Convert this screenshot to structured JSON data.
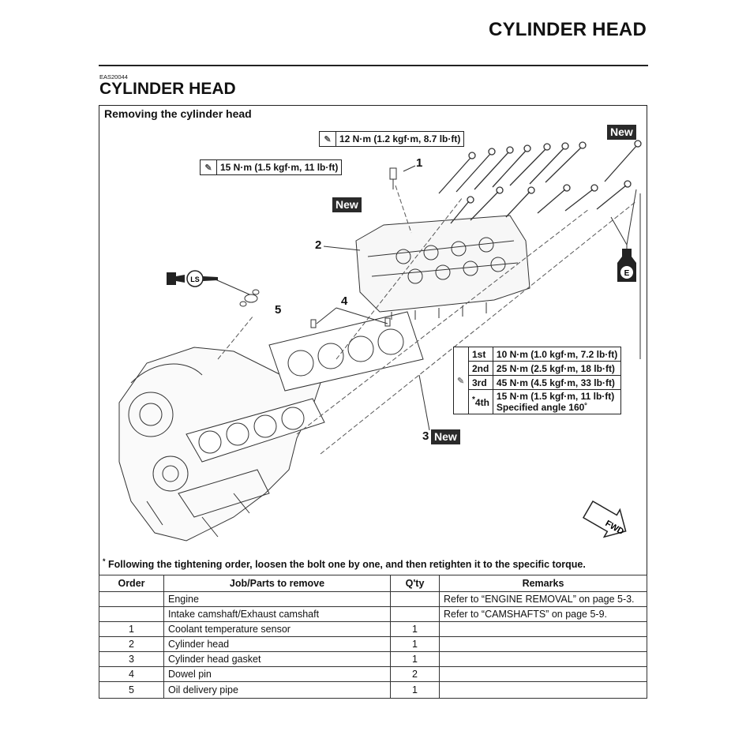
{
  "header": {
    "title": "CYLINDER HEAD"
  },
  "section": {
    "code": "EAS20044",
    "title": "CYLINDER HEAD"
  },
  "diagram": {
    "subheading": "Removing the cylinder head",
    "torque_sensor": "12 N·m (1.2 kgf·m, 8.7 lb·ft)",
    "torque_pipe": "15 N·m (1.5 kgf·m, 11 lb·ft)",
    "new_label": "New",
    "lube_label": "LS",
    "oil_label": "E",
    "fwd_label": "FWD",
    "callouts": [
      "1",
      "2",
      "3",
      "4",
      "5"
    ],
    "tightening": [
      {
        "step": "1st",
        "value": "10 N·m (1.0 kgf·m, 7.2 lb·ft)"
      },
      {
        "step": "2nd",
        "value": "25 N·m (2.5 kgf·m, 18 lb·ft)"
      },
      {
        "step": "3rd",
        "value": "45 N·m (4.5 kgf·m, 33 lb·ft)"
      },
      {
        "step": "4th",
        "value": "15 N·m (1.5 kgf·m, 11 lb·ft)",
        "extra": "Specified angle 160˚",
        "asterisk": "*"
      }
    ]
  },
  "note": {
    "asterisk": "*",
    "text": " Following the tightening order, loosen the bolt one by one, and then retighten it to the specific torque."
  },
  "table": {
    "headers": [
      "Order",
      "Job/Parts to remove",
      "Q'ty",
      "Remarks"
    ],
    "rows": [
      [
        "",
        "Engine",
        "",
        "Refer to “ENGINE REMOVAL” on page 5-3."
      ],
      [
        "",
        "Intake camshaft/Exhaust camshaft",
        "",
        "Refer to “CAMSHAFTS” on page 5-9."
      ],
      [
        "1",
        "Coolant temperature sensor",
        "1",
        ""
      ],
      [
        "2",
        "Cylinder head",
        "1",
        ""
      ],
      [
        "3",
        "Cylinder head gasket",
        "1",
        ""
      ],
      [
        "4",
        "Dowel pin",
        "2",
        ""
      ],
      [
        "5",
        "Oil delivery pipe",
        "1",
        ""
      ]
    ]
  }
}
